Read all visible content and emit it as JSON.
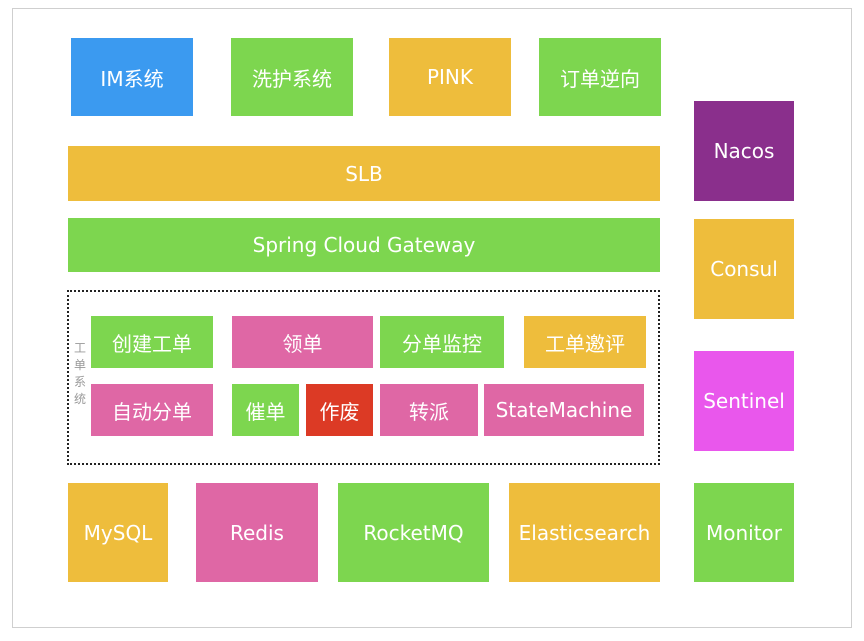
{
  "top_systems": [
    "IM系统",
    "洗护系统",
    "PINK",
    "订单逆向"
  ],
  "slb": "SLB",
  "gateway": "Spring Cloud Gateway",
  "ticket_group_label": "工单系统",
  "ticket_row1": [
    "创建工单",
    "领单",
    "分单监控",
    "工单邀评"
  ],
  "ticket_row2": [
    "自动分单",
    "催单",
    "作废",
    "转派",
    "StateMachine"
  ],
  "storage": [
    "MySQL",
    "Redis",
    "RocketMQ",
    "Elasticsearch"
  ],
  "side": [
    "Nacos",
    "Consul",
    "Sentinel",
    "Monitor"
  ],
  "colors": {
    "blue": "#3b9af0",
    "green": "#7dd64f",
    "orange": "#eebd3c",
    "pink": "#df67a5",
    "red": "#dc3a25",
    "purple": "#8a2f8c",
    "magenta": "#e957ec"
  }
}
